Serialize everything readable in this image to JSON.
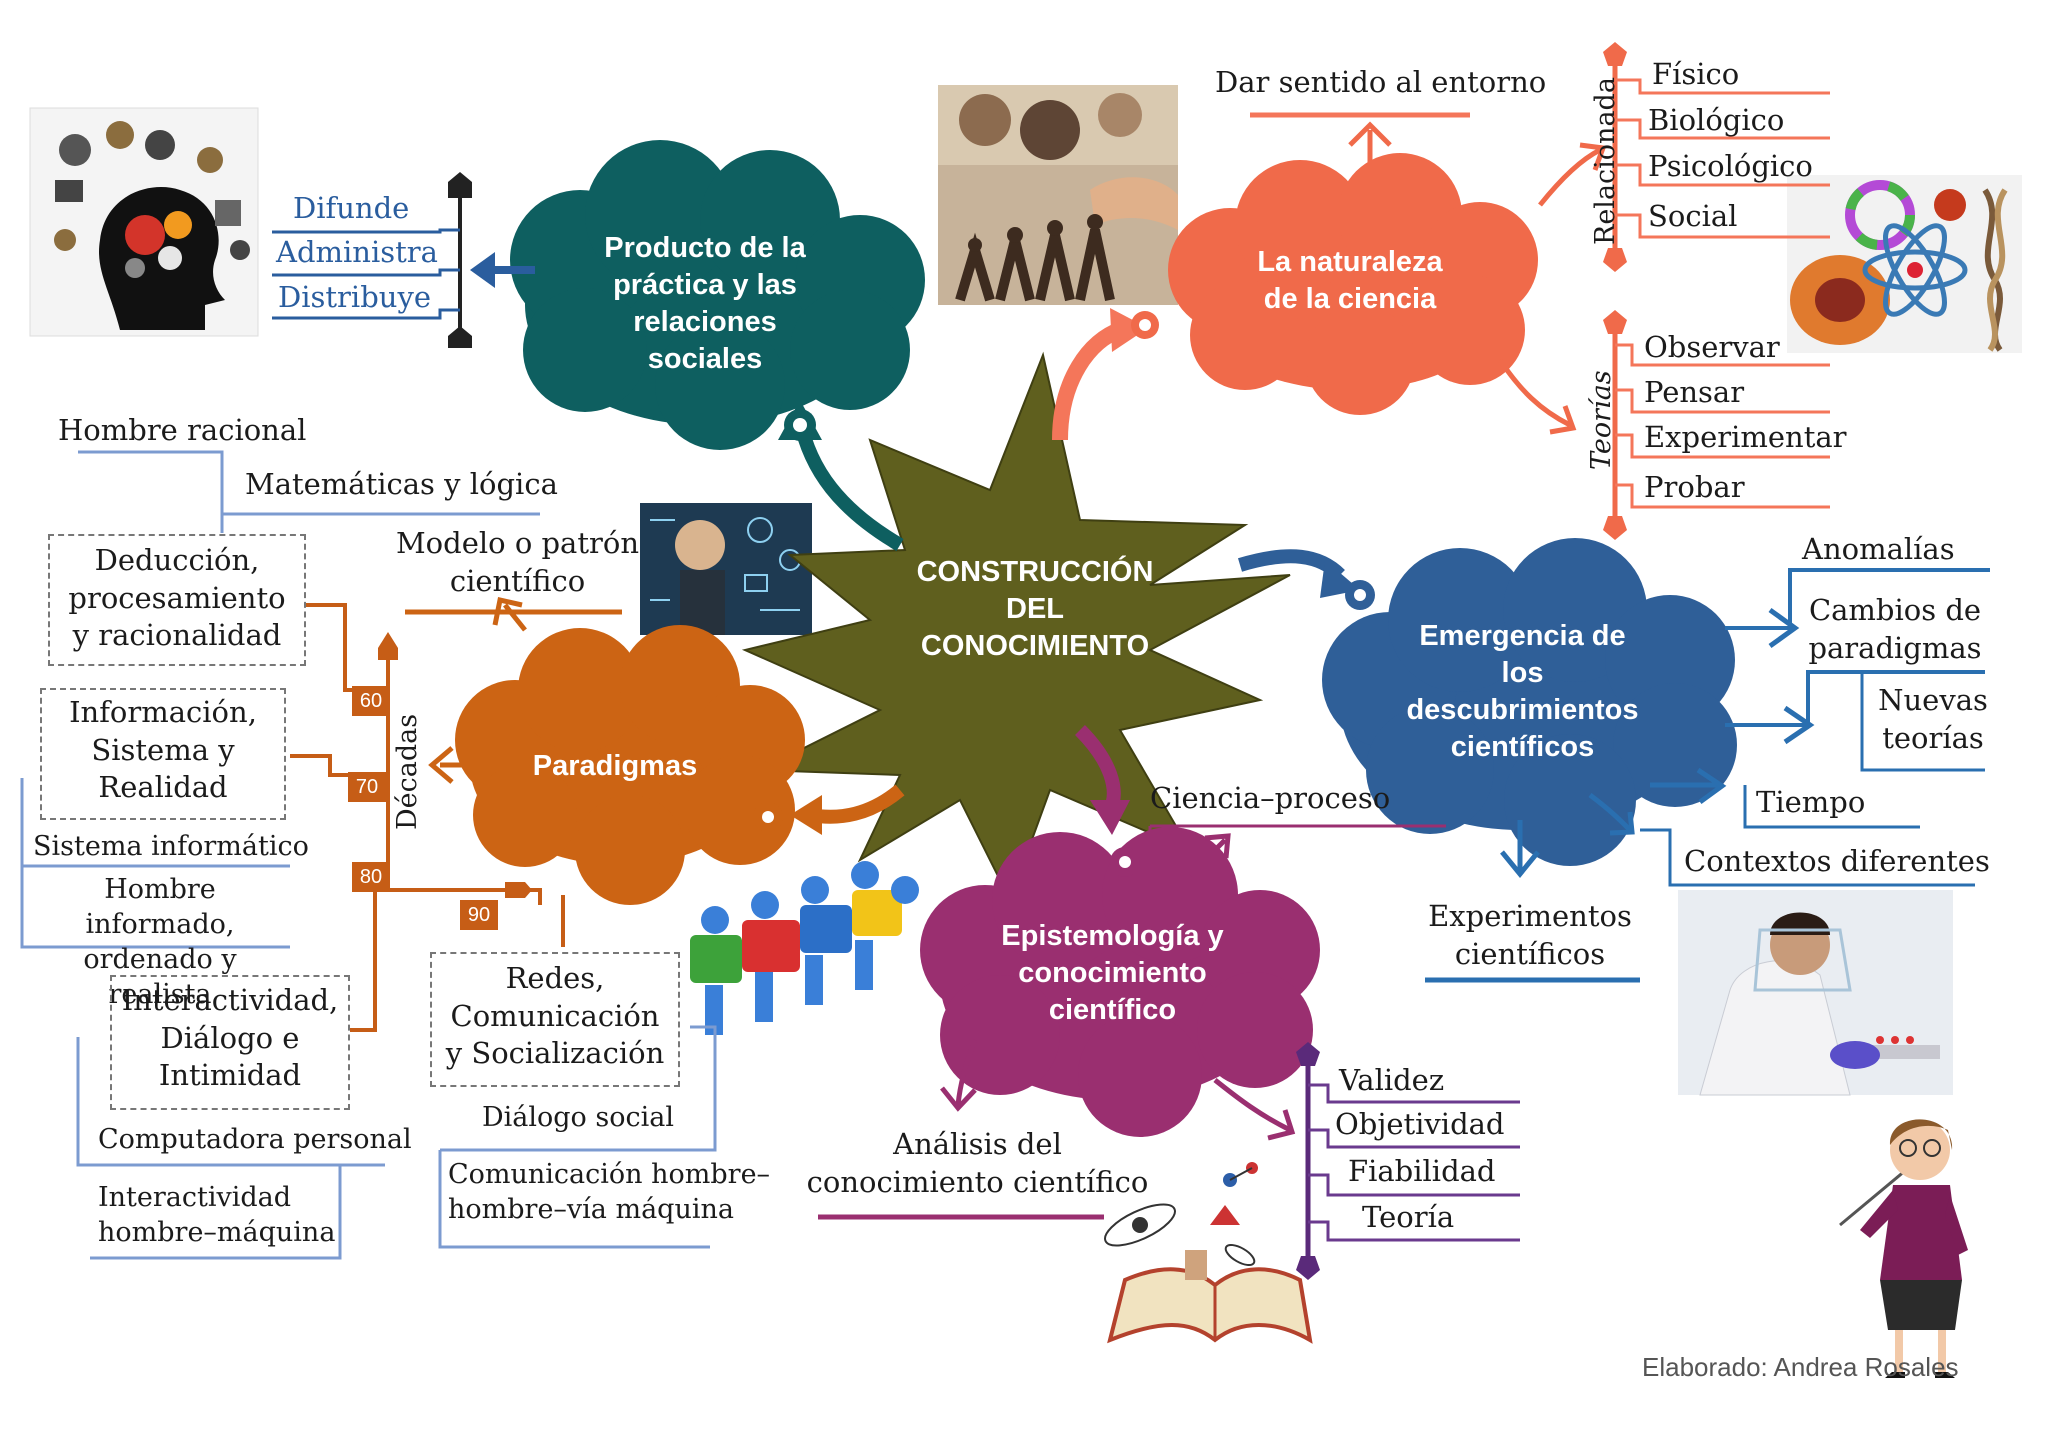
{
  "center": {
    "lines": [
      "CONSTRUCCIÓN",
      "DEL",
      "CONOCIMIENTO"
    ],
    "color": "#5f5f1e"
  },
  "nodes": {
    "producto": {
      "lines": [
        "Producto de la",
        "práctica y las",
        "relaciones",
        "sociales"
      ],
      "color": "#0e5f60"
    },
    "naturaleza": {
      "lines": [
        "La naturaleza",
        "de la ciencia"
      ],
      "color": "#f06a4a"
    },
    "emergencia": {
      "lines": [
        "Emergencia de",
        "los",
        "descubrimientos",
        "científicos"
      ],
      "color": "#2f5f98"
    },
    "paradigmas": {
      "lines": [
        "Paradigmas"
      ],
      "color": "#cc6414"
    },
    "epistemologia": {
      "lines": [
        "Epistemología y",
        "conocimiento",
        "científico"
      ],
      "color": "#9a2f70"
    }
  },
  "producto_items": [
    "Difunde",
    "Administra",
    "Distribuye"
  ],
  "naturaleza_top": "Dar sentido al entorno",
  "relacionada": {
    "label": "Relacionada",
    "items": [
      "Físico",
      "Biológico",
      "Psicológico",
      "Social"
    ]
  },
  "teorias": {
    "label": "Teorías",
    "items": [
      "Observar",
      "Pensar",
      "Experimentar",
      "Probar"
    ]
  },
  "emergencia_items": {
    "anomalias": "Anomalías",
    "cambios": [
      "Cambios de",
      "paradigmas"
    ],
    "nuevas": [
      "Nuevas",
      "teorías"
    ],
    "tiempo": "Tiempo",
    "contextos": "Contextos diferentes",
    "experimentos": [
      "Experimentos",
      "científicos"
    ]
  },
  "epistemologia_items": {
    "ciencia_proceso": "Ciencia–proceso",
    "analisis": [
      "Análisis del",
      "conocimiento científico"
    ],
    "list": [
      "Validez",
      "Objetividad",
      "Fiabilidad",
      "Teoría"
    ]
  },
  "paradigmas_items": {
    "modelo": [
      "Modelo o patrón",
      "científico"
    ],
    "hombre_racional": "Hombre racional",
    "matematicas": "Matemáticas y lógica",
    "deduccion": [
      "Deducción,",
      "procesamiento",
      "y racionalidad"
    ],
    "informacion": [
      "Información,",
      "Sistema y",
      "Realidad"
    ],
    "sistema_informatico": "Sistema informático",
    "hombre_informado": [
      "Hombre informado,",
      "ordenado y realista"
    ],
    "interactividad": [
      "Interactividad,",
      "Diálogo e",
      "Intimidad"
    ],
    "computadora": "Computadora personal",
    "interactividad_hm": [
      "Interactividad",
      "hombre–máquina"
    ],
    "redes": [
      "Redes,",
      "Comunicación",
      "y Socialización"
    ],
    "dialogo_social": "Diálogo social",
    "comunicacion_hm": [
      "Comunicación hombre–",
      "hombre–vía máquina"
    ],
    "decadas_label": "Décadas",
    "decades": [
      "60",
      "70",
      "80",
      "90"
    ]
  },
  "credit": "Elaborado: Andrea Rosales"
}
